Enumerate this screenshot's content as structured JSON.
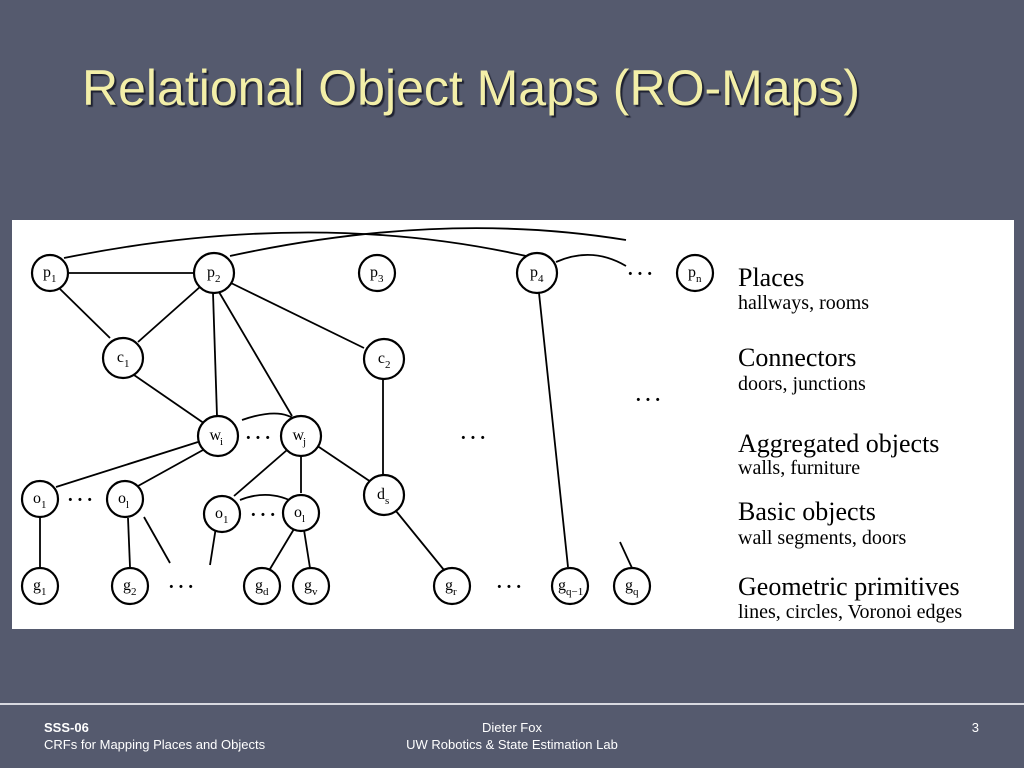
{
  "slide": {
    "title": "Relational Object Maps (RO-Maps)"
  },
  "diagram": {
    "nodes": {
      "p1": {
        "base": "p",
        "sub": "1"
      },
      "p2": {
        "base": "p",
        "sub": "2"
      },
      "p3": {
        "base": "p",
        "sub": "3"
      },
      "p4": {
        "base": "p",
        "sub": "4"
      },
      "pn": {
        "base": "p",
        "sub": "n"
      },
      "c1": {
        "base": "c",
        "sub": "1"
      },
      "c2": {
        "base": "c",
        "sub": "2"
      },
      "wi": {
        "base": "w",
        "sub": "i"
      },
      "wj": {
        "base": "w",
        "sub": "j"
      },
      "ds": {
        "base": "d",
        "sub": "s"
      },
      "o1a": {
        "base": "o",
        "sub": "1"
      },
      "ola": {
        "base": "o",
        "sub": "l"
      },
      "o1b": {
        "base": "o",
        "sub": "1"
      },
      "olb": {
        "base": "o",
        "sub": "l"
      },
      "g1": {
        "base": "g",
        "sub": "1"
      },
      "g2": {
        "base": "g",
        "sub": "2"
      },
      "gd": {
        "base": "g",
        "sub": "d"
      },
      "gv": {
        "base": "g",
        "sub": "v"
      },
      "gr": {
        "base": "g",
        "sub": "r"
      },
      "gq1": {
        "base": "g",
        "sub": "q−1"
      },
      "gq": {
        "base": "g",
        "sub": "q"
      }
    },
    "ellipsis": "···",
    "levels": [
      {
        "title": "Places",
        "subtitle": "hallways, rooms"
      },
      {
        "title": "Connectors",
        "subtitle": "doors, junctions"
      },
      {
        "title": "Aggregated objects",
        "subtitle": "walls, furniture"
      },
      {
        "title": "Basic objects",
        "subtitle": "wall segments, doors"
      },
      {
        "title": "Geometric primitives",
        "subtitle": "lines, circles, Voronoi edges"
      }
    ]
  },
  "footer": {
    "event": "SSS-06",
    "talk": "CRFs for Mapping Places and Objects",
    "author": "Dieter Fox",
    "lab": "UW Robotics & State Estimation Lab",
    "page": "3"
  }
}
